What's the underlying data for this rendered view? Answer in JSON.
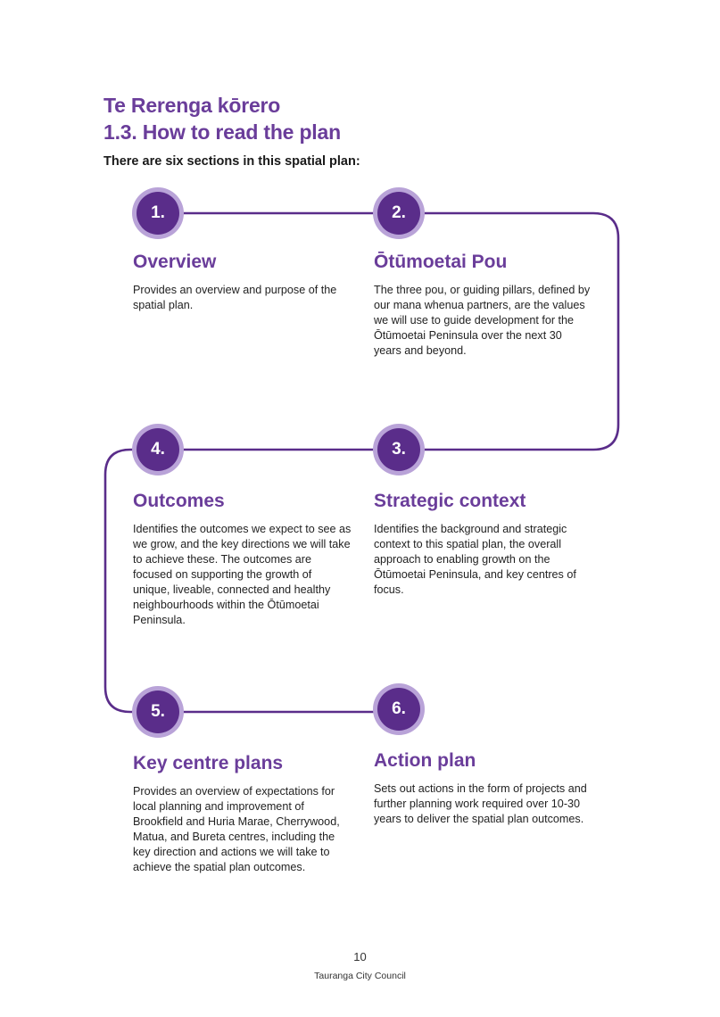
{
  "page": {
    "title_line1": "Te Rerenga kōrero",
    "title_line2": "1.3.  How to read the plan",
    "intro": "There are six sections in this spatial plan:",
    "page_number": "10",
    "footer": "Tauranga City Council"
  },
  "colors": {
    "heading": "#6a3d9a",
    "badge_fill": "#5a2d8a",
    "badge_ring": "#b9a3d8",
    "connector": "#5a2d8a"
  },
  "sections": [
    {
      "number": "1.",
      "title": "Overview",
      "body": "Provides an overview and purpose of the spatial plan."
    },
    {
      "number": "2.",
      "title": "Ōtūmoetai Pou",
      "body": "The three pou, or guiding pillars, defined by our mana whenua partners, are the values we will use to guide development for the Ōtūmoetai Peninsula over the next 30 years and beyond."
    },
    {
      "number": "3.",
      "title": "Strategic context",
      "body": "Identifies the background and strategic context to this spatial plan, the overall approach to enabling growth on the Ōtūmoetai Peninsula, and key centres of focus."
    },
    {
      "number": "4.",
      "title": "Outcomes",
      "body": "Identifies the outcomes we expect to see as we grow, and the key directions we will take to achieve these. The outcomes are focused on supporting the growth of unique, liveable, connected and healthy neighbourhoods within the Ōtūmoetai Peninsula."
    },
    {
      "number": "5.",
      "title": "Key centre plans",
      "body": "Provides an overview of expectations for local planning and improvement of Brookfield and Huria Marae, Cherrywood, Matua, and Bureta centres, including the key direction and actions we will take to achieve the spatial plan outcomes."
    },
    {
      "number": "6.",
      "title": "Action plan",
      "body": "Sets out actions in the form of projects and further planning work required over 10-30 years to deliver the spatial plan outcomes."
    }
  ]
}
